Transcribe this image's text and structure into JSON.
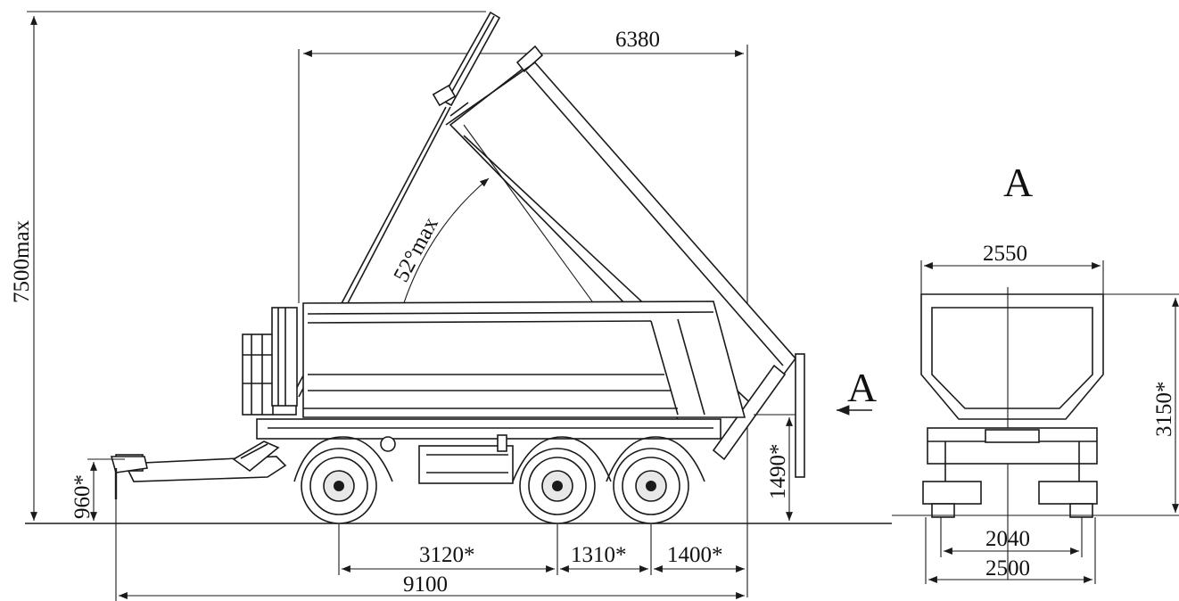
{
  "side_view": {
    "dimensions": {
      "max_height": "7500max",
      "body_length": "6380",
      "tilt_angle": "52°max",
      "overall_length": "9100",
      "drawbar_height": "960*",
      "platform_height": "1490*",
      "wheelbase": "3120*",
      "axle_spacing": "1310*",
      "rear_overhang": "1400*"
    }
  },
  "section_view": {
    "label": "A",
    "arrow_label": "A",
    "dimensions": {
      "body_width": "2550",
      "height": "3150*",
      "track_inner": "2040",
      "overall_width": "2500"
    }
  }
}
